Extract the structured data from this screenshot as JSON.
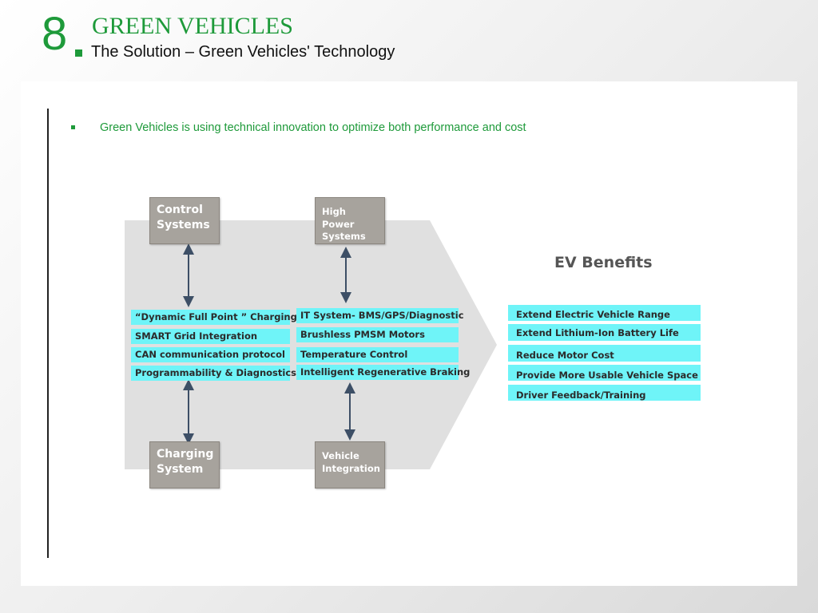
{
  "header": {
    "slide_number": "8",
    "title": "GREEN VEHICLES",
    "subtitle": "The Solution –  Green Vehicles' Technology"
  },
  "bullet": {
    "text": "Green Vehicles is using technical innovation to optimize both performance and cost"
  },
  "diagram": {
    "boxes": {
      "control": "Control Systems",
      "high_power": "High Power Systems",
      "charging": "Charging System",
      "vehicle": "Vehicle Integration"
    },
    "left_items": [
      "“Dynamic Full Point ” Charging",
      "SMART Grid Integration",
      "CAN communication protocol",
      "Programmability & Diagnostics"
    ],
    "middle_items": [
      "IT System- BMS/GPS/Diagnostic",
      "Brushless PMSM Motors",
      "Temperature Control",
      "Intelligent Regenerative Braking"
    ],
    "ev_benefits": {
      "title": "EV Benefits",
      "items": [
        "Extend Electric Vehicle Range",
        "Extend Lithium-Ion Battery Life",
        "Reduce Motor Cost",
        "Provide More Usable Vehicle Space",
        "Driver Feedback/Training"
      ]
    }
  },
  "colors": {
    "brand_green": "#1e9a3a",
    "strip_cyan": "#6ff4f8",
    "box_gray": "#a7a39d",
    "arrow_shape": "#e0e0e0"
  }
}
